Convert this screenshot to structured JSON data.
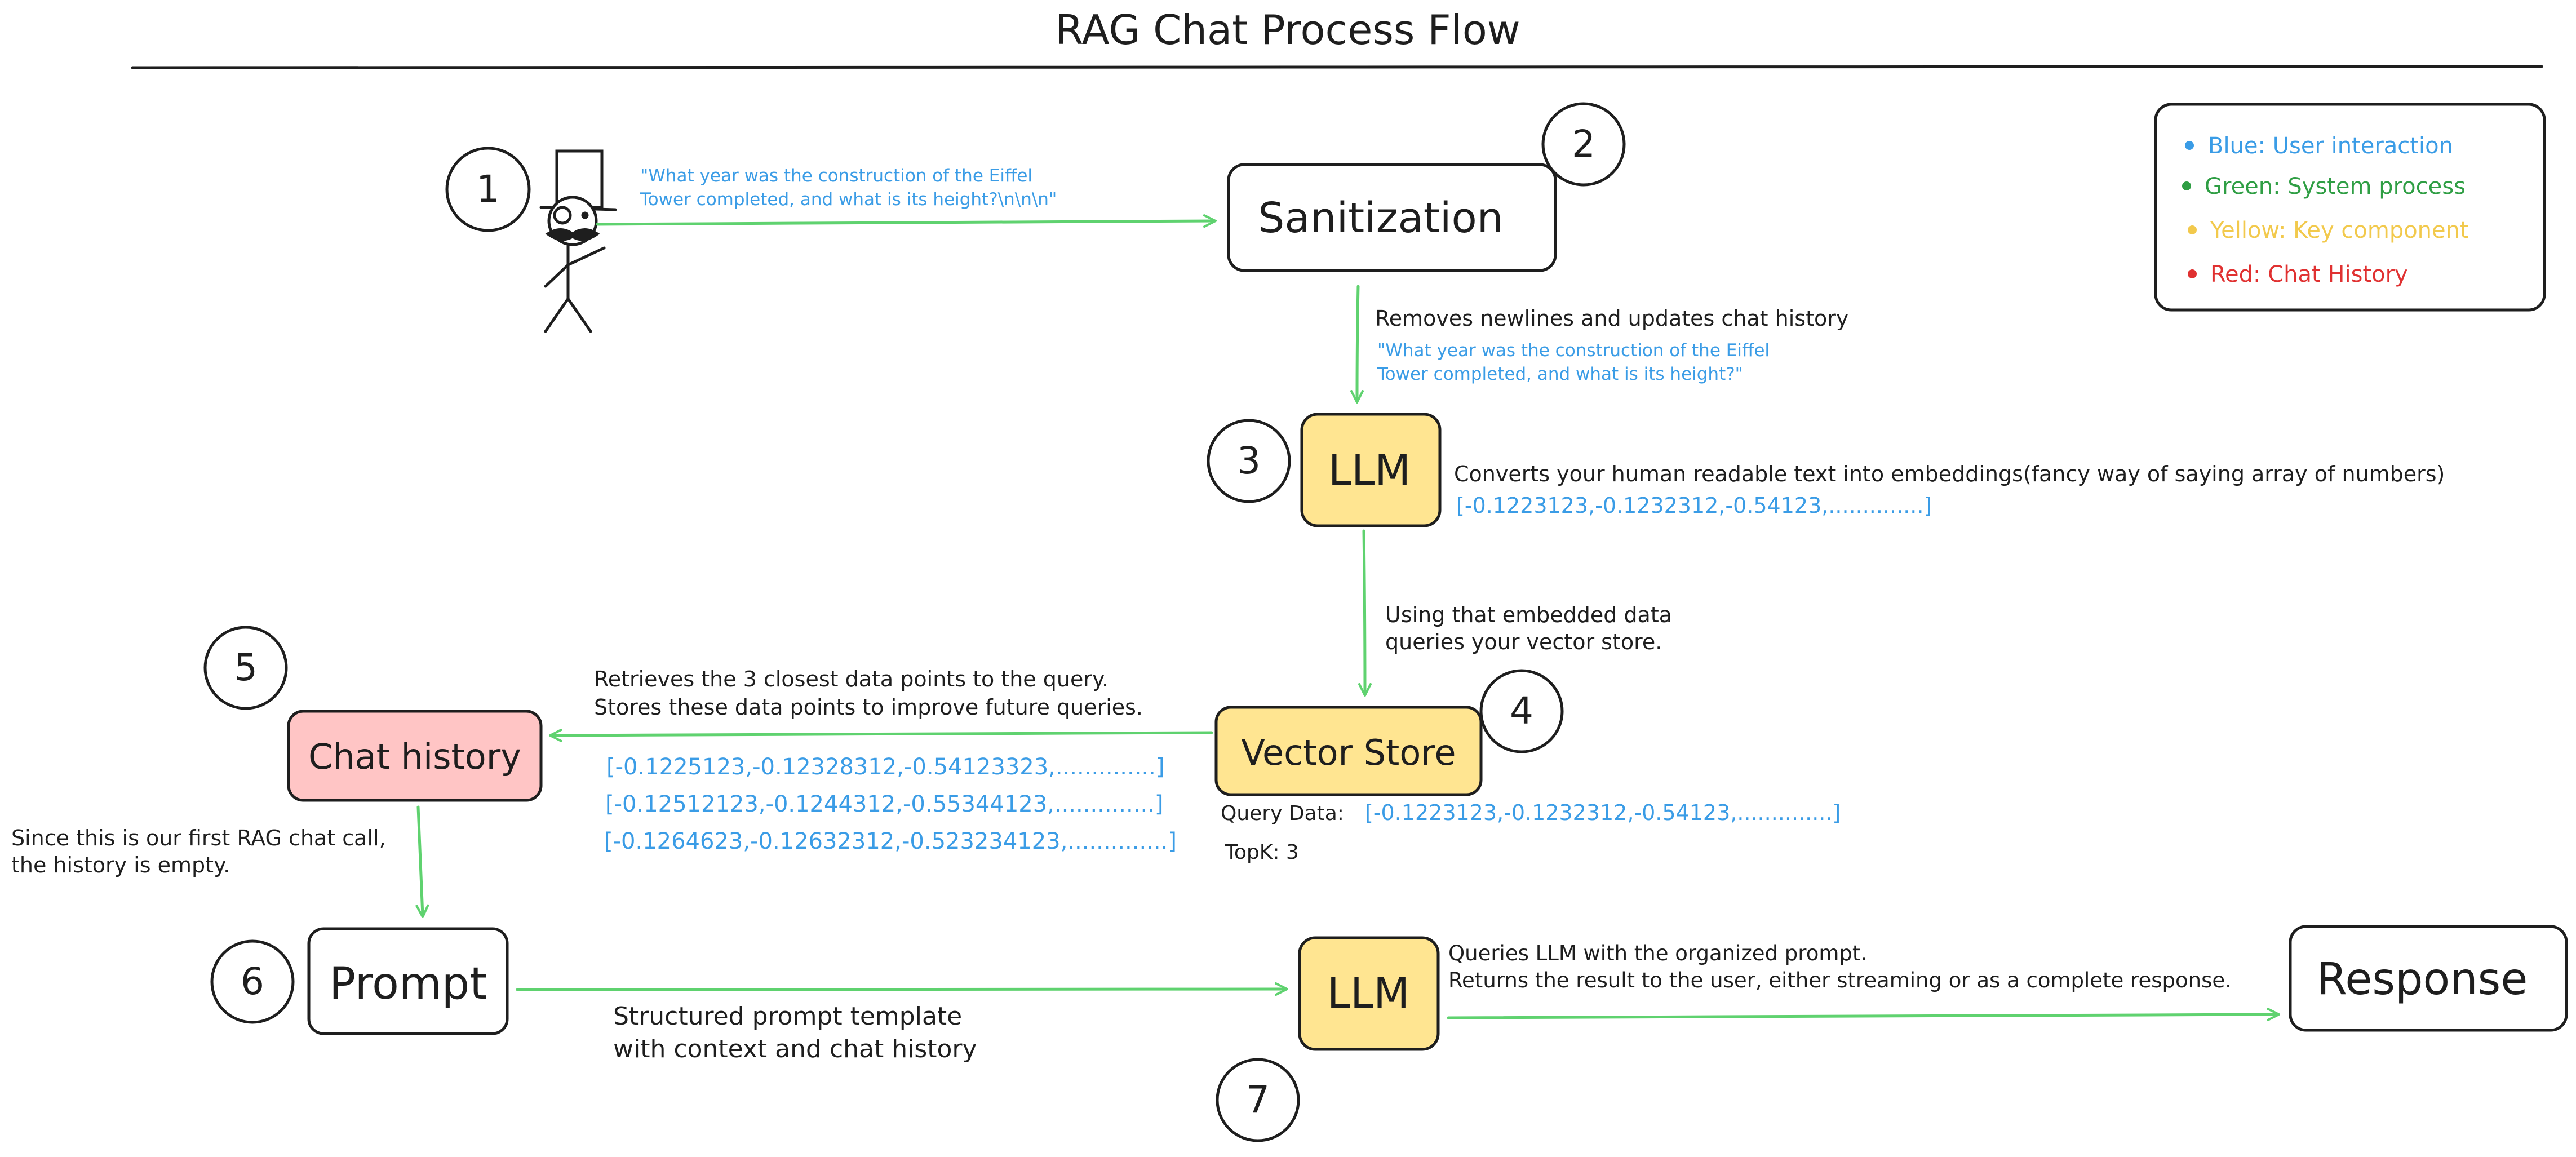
{
  "title": "RAG Chat Process Flow",
  "colors": {
    "arrow": "#5fd26f",
    "blue": "#3a9ce6",
    "green": "#2f9e44",
    "yellow": "#f2c94c",
    "red": "#e03131",
    "yellow_fill": "#ffe591",
    "red_fill": "#ffc5c5",
    "ink": "#1e1e1e"
  },
  "legend": [
    {
      "text": "Blue: User interaction",
      "color": "#3a9ce6"
    },
    {
      "text": "Green: System process",
      "color": "#2f9e44"
    },
    {
      "text": "Yellow: Key component",
      "color": "#f2c94c"
    },
    {
      "text": "Red: Chat History",
      "color": "#e03131"
    }
  ],
  "steps": [
    "1",
    "2",
    "3",
    "4",
    "5",
    "6",
    "7"
  ],
  "nodes": {
    "sanitization": "Sanitization",
    "llm_embed": "LLM",
    "vector_store": "Vector Store",
    "chat_history": "Chat history",
    "prompt": "Prompt",
    "llm_query": "LLM",
    "response": "Response"
  },
  "notes": {
    "user_query": [
      "\"What year was the construction of the Eiffel",
      "Tower completed,  and what is its height?\\n\\n\\n\""
    ],
    "sanitize_desc": "Removes newlines and updates chat history",
    "sanitized_query": [
      "\"What year was the construction of the Eiffel",
      "Tower completed,  and what is its height?\""
    ],
    "embed_desc": "Converts your human readable text into embeddings(fancy way of saying array of numbers)",
    "embedding": "[-0.1223123,-0.1232312,-0.54123,..............]",
    "vector_desc": [
      "Using that embedded data",
      "queries your vector store."
    ],
    "retrieve_desc": [
      "Retrieves the 3 closest data points to the query.",
      "Stores these data points to improve future queries."
    ],
    "retrieved_vectors": [
      "[-0.1225123,-0.12328312,-0.54123323,..............]",
      "[-0.12512123,-0.1244312,-0.55344123,..............]",
      "[-0.1264623,-0.12632312,-0.523234123,..............]"
    ],
    "query_data_label": "Query Data:",
    "query_data_value": "[-0.1223123,-0.1232312,-0.54123,..............]",
    "topk": "TopK: 3",
    "history_note": [
      "Since this is our first RAG chat call,",
      "the history is empty."
    ],
    "prompt_desc": [
      "Structured prompt template",
      "with context and chat history"
    ],
    "llm_desc": [
      "Queries LLM with the organized prompt.",
      "Returns the result to the user, either streaming or as a complete response."
    ]
  }
}
